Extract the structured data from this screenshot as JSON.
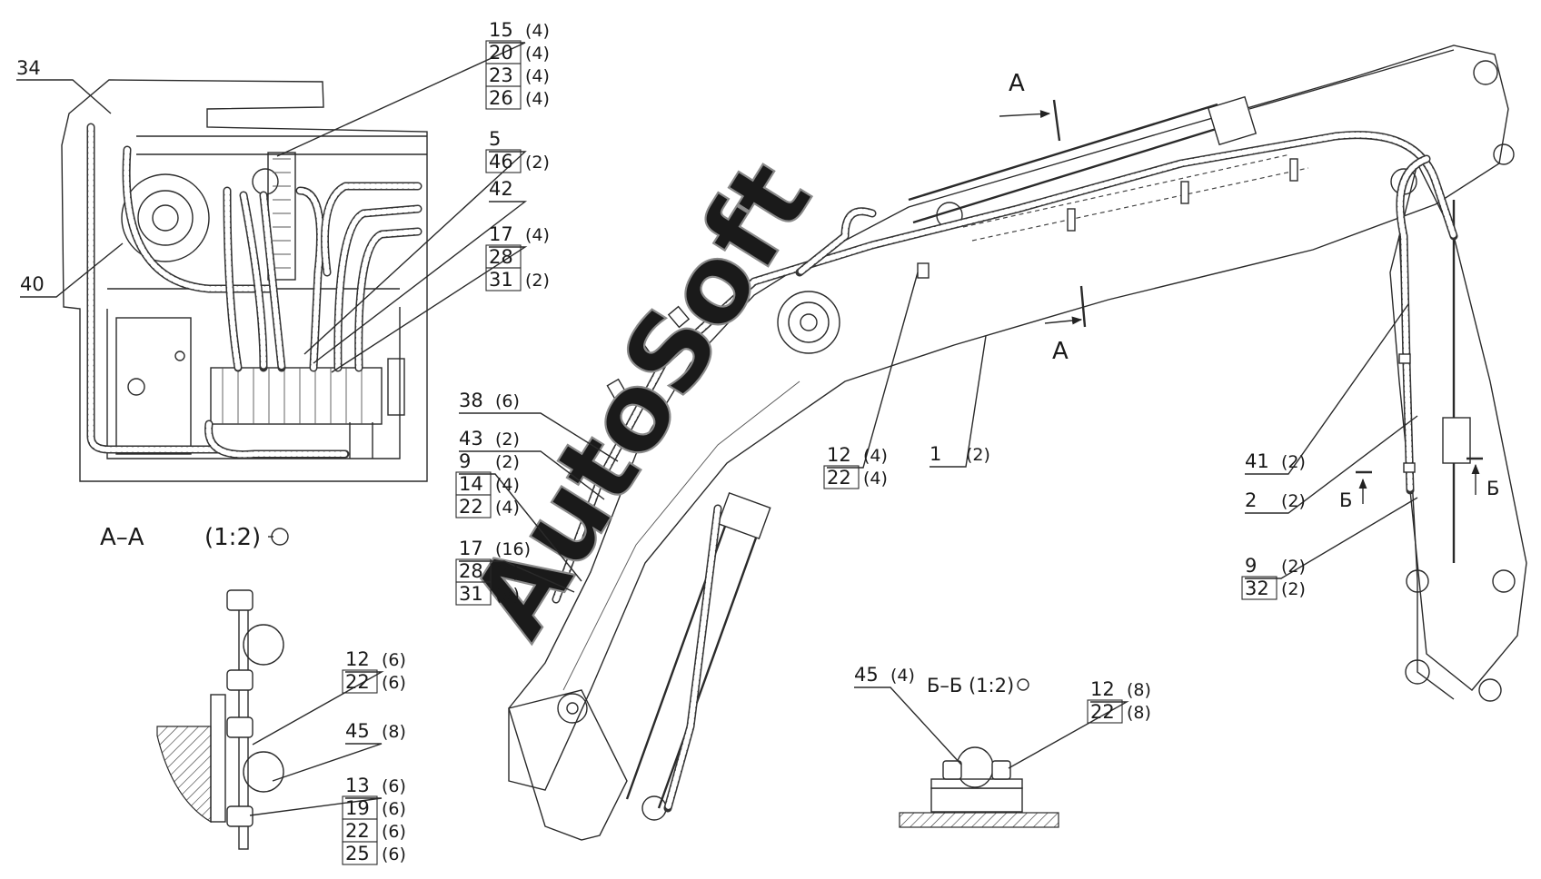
{
  "watermark": "AutoSoft",
  "sections": {
    "aa_title": "А–А",
    "aa_scale": "(1:2)",
    "bb_title": "Б–Б (1:2)",
    "cut_a": "А",
    "cut_b": "Б"
  },
  "callouts": [
    {
      "id": "c34",
      "lines": [
        {
          "pos": "34",
          "qty": ""
        }
      ]
    },
    {
      "id": "c40",
      "lines": [
        {
          "pos": "40",
          "qty": ""
        }
      ]
    },
    {
      "id": "c15",
      "lines": [
        {
          "pos": "15",
          "qty": "(4)"
        },
        {
          "pos": "20",
          "qty": "(4)"
        },
        {
          "pos": "23",
          "qty": "(4)"
        },
        {
          "pos": "26",
          "qty": "(4)"
        }
      ]
    },
    {
      "id": "c5",
      "lines": [
        {
          "pos": "5",
          "qty": ""
        },
        {
          "pos": "46",
          "qty": "(2)"
        }
      ]
    },
    {
      "id": "c42",
      "lines": [
        {
          "pos": "42",
          "qty": ""
        }
      ]
    },
    {
      "id": "c17a",
      "lines": [
        {
          "pos": "17",
          "qty": "(4)"
        },
        {
          "pos": "28",
          "qty": ""
        },
        {
          "pos": "31",
          "qty": "(2)"
        }
      ]
    },
    {
      "id": "c38",
      "lines": [
        {
          "pos": "38",
          "qty": "(6)"
        }
      ]
    },
    {
      "id": "c43",
      "lines": [
        {
          "pos": "43",
          "qty": "(2)"
        }
      ]
    },
    {
      "id": "c9a",
      "lines": [
        {
          "pos": "9",
          "qty": "(2)"
        },
        {
          "pos": "14",
          "qty": "(4)"
        },
        {
          "pos": "22",
          "qty": "(4)"
        }
      ]
    },
    {
      "id": "c17b",
      "lines": [
        {
          "pos": "17",
          "qty": "(16)"
        },
        {
          "pos": "28",
          "qty": "(4)"
        },
        {
          "pos": "31",
          "qty": "(8)"
        }
      ]
    },
    {
      "id": "c12a",
      "lines": [
        {
          "pos": "12",
          "qty": "(4)"
        },
        {
          "pos": "22",
          "qty": "(4)"
        }
      ]
    },
    {
      "id": "c1",
      "lines": [
        {
          "pos": "1",
          "qty": "(2)"
        }
      ]
    },
    {
      "id": "c41",
      "lines": [
        {
          "pos": "41",
          "qty": "(2)"
        }
      ]
    },
    {
      "id": "c2",
      "lines": [
        {
          "pos": "2",
          "qty": "(2)"
        }
      ]
    },
    {
      "id": "c9b",
      "lines": [
        {
          "pos": "9",
          "qty": "(2)"
        },
        {
          "pos": "32",
          "qty": "(2)"
        }
      ]
    },
    {
      "id": "c12b",
      "lines": [
        {
          "pos": "12",
          "qty": "(6)"
        },
        {
          "pos": "22",
          "qty": "(6)"
        }
      ]
    },
    {
      "id": "c45a",
      "lines": [
        {
          "pos": "45",
          "qty": "(8)"
        }
      ]
    },
    {
      "id": "c13",
      "lines": [
        {
          "pos": "13",
          "qty": "(6)"
        },
        {
          "pos": "19",
          "qty": "(6)"
        },
        {
          "pos": "22",
          "qty": "(6)"
        },
        {
          "pos": "25",
          "qty": "(6)"
        }
      ]
    },
    {
      "id": "c45b",
      "lines": [
        {
          "pos": "45",
          "qty": "(4)"
        }
      ]
    },
    {
      "id": "c12c",
      "lines": [
        {
          "pos": "12",
          "qty": "(8)"
        },
        {
          "pos": "22",
          "qty": "(8)"
        }
      ]
    }
  ]
}
